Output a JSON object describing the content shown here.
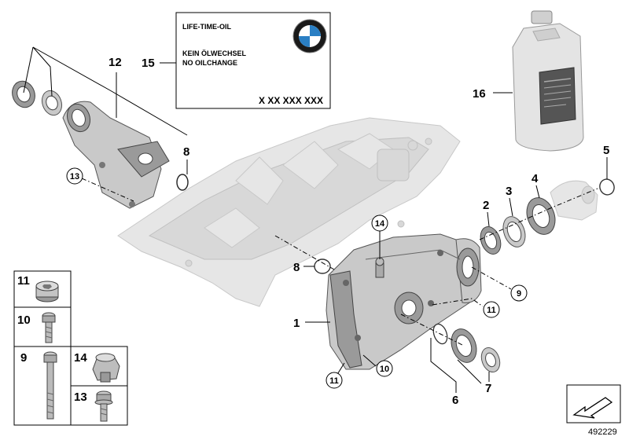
{
  "info_label": {
    "line1": "LIFE-TIME-OIL",
    "line2": "KEIN ÖLWECHSEL",
    "line3": "NO OILCHANGE",
    "part_code": "X XX XXX XXX"
  },
  "callouts": {
    "c1": "1",
    "c2": "2",
    "c3": "3",
    "c4": "4",
    "c5": "5",
    "c6": "6",
    "c7": "7",
    "c8a": "8",
    "c8b": "8",
    "c9": "9",
    "c10": "10",
    "c11": "11",
    "c11b": "11",
    "c12": "12",
    "c13": "13",
    "c14": "14",
    "c15": "15",
    "c16": "16"
  },
  "legend": {
    "l11": "11",
    "l10": "10",
    "l9": "9",
    "l14": "14",
    "l13": "13"
  },
  "diagram_number": "492229"
}
